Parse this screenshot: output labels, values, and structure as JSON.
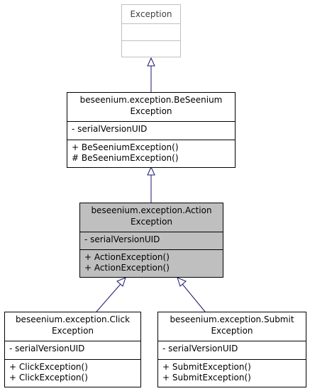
{
  "classes": {
    "exception": {
      "name": "Exception"
    },
    "beseenium": {
      "name_line1": "beseenium.exception.BeSeenium",
      "name_line2": "Exception",
      "attrs": [
        "- serialVersionUID"
      ],
      "ops": [
        "+ BeSeeniumException()",
        "# BeSeeniumException()"
      ]
    },
    "action": {
      "name_line1": "beseenium.exception.Action",
      "name_line2": "Exception",
      "attrs": [
        "- serialVersionUID"
      ],
      "ops": [
        "+ ActionException()",
        "+ ActionException()"
      ]
    },
    "click": {
      "name_line1": "beseenium.exception.Click",
      "name_line2": "Exception",
      "attrs": [
        "- serialVersionUID"
      ],
      "ops": [
        "+ ClickException()",
        "+ ClickException()"
      ]
    },
    "submit": {
      "name_line1": "beseenium.exception.Submit",
      "name_line2": "Exception",
      "attrs": [
        "- serialVersionUID"
      ],
      "ops": [
        "+ SubmitException()",
        "+ SubmitException()"
      ]
    }
  },
  "colors": {
    "edge": "#191970",
    "highlight": "#bfbfbf",
    "ghost_border": "#bfbfbf"
  }
}
